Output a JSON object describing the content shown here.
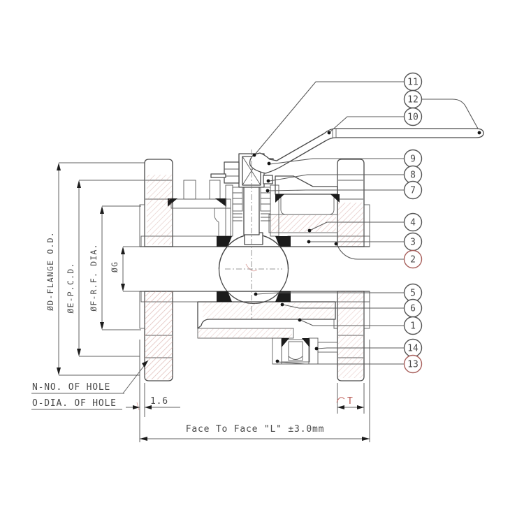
{
  "drawing": {
    "type": "technical-drawing",
    "subject": "flanged-ball-valve-cross-section",
    "line_color": "#4a4a4a",
    "accent_red": "#c0605a",
    "background": "#ffffff"
  },
  "dimensions": {
    "flange_od": "ØD-FLANGE O.D.",
    "pcd": "ØE-P.C.D.",
    "rf_dia": "ØF-R.F. DIA.",
    "bore": "ØG",
    "raised_face": "1.6",
    "flange_thickness": "T",
    "face_to_face": "Face To Face \"L\" ±3.0mm"
  },
  "notes": {
    "holes_count": "N-NO. OF HOLE",
    "holes_dia": "O-DIA. OF HOLE"
  },
  "balloons": [
    {
      "label": "11"
    },
    {
      "label": "12"
    },
    {
      "label": "10"
    },
    {
      "label": "9"
    },
    {
      "label": "8"
    },
    {
      "label": "7"
    },
    {
      "label": "4"
    },
    {
      "label": "3"
    },
    {
      "label": "2"
    },
    {
      "label": "5"
    },
    {
      "label": "6"
    },
    {
      "label": "1"
    },
    {
      "label": "14"
    },
    {
      "label": "13"
    }
  ]
}
